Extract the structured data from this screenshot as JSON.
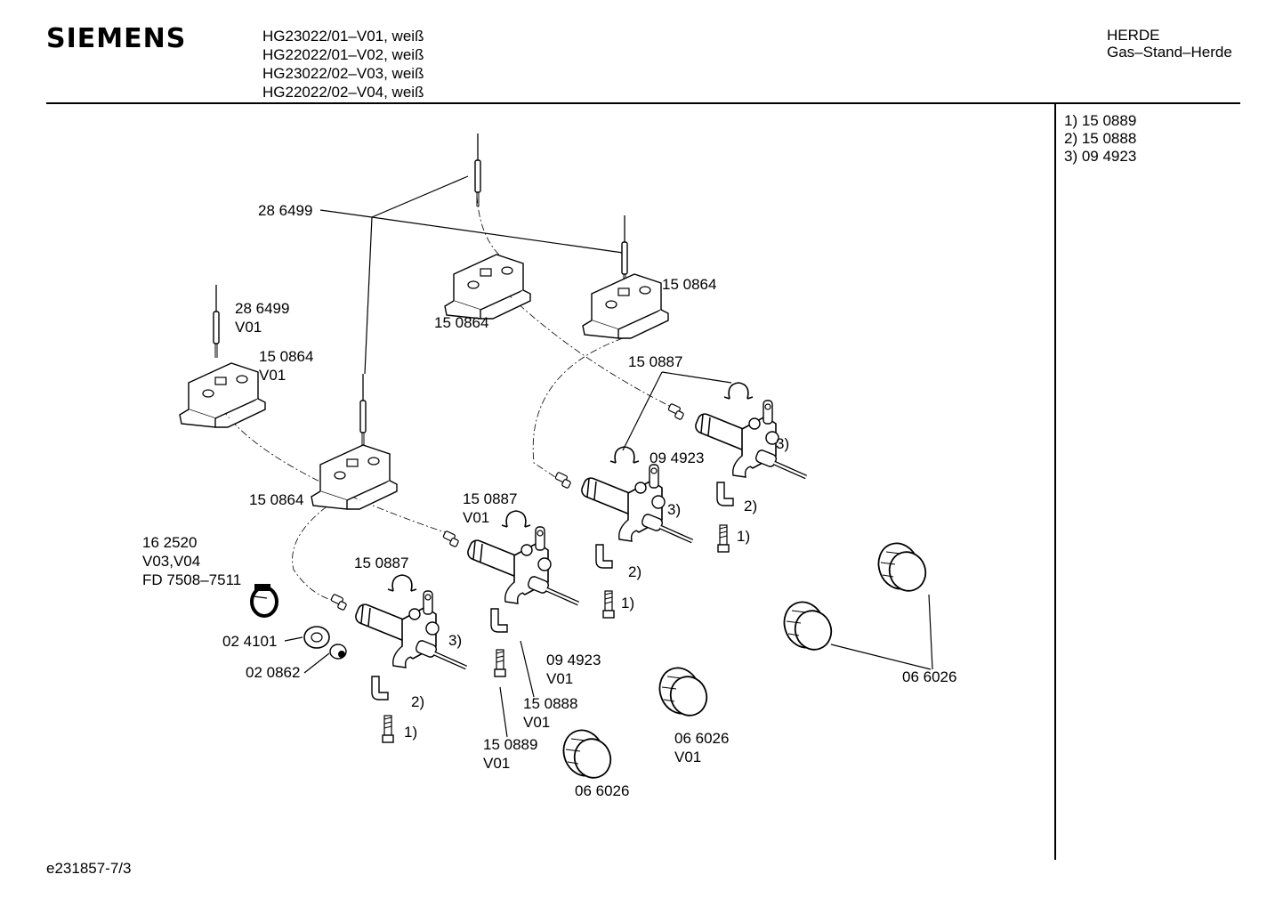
{
  "header": {
    "brand": "SIEMENS",
    "models": [
      "HG23022/01–V01, weiß",
      "HG22022/01–V02, weiß",
      "HG23022/02–V03, weiß",
      "HG22022/02–V04, weiß"
    ],
    "category": "HERDE",
    "subcategory": "Gas–Stand–Herde"
  },
  "legend": [
    "1)  15 0889",
    "2)  15 0888",
    "3)  09 4923"
  ],
  "footer": {
    "doc_id": "e231857-7/3"
  },
  "labels": {
    "thermocouple_top": "28 6499",
    "thermocouple_left": "28 6499",
    "thermocouple_left_v": "V01",
    "bracket_left": "15 0864",
    "bracket_left_v": "V01",
    "bracket_top_mid": "15 0864",
    "bracket_top_right": "15 0864",
    "bracket_center": "15 0864",
    "clip_right": "15 0887",
    "clip_mid": "15 0887",
    "clip_mid_v": "V01",
    "clip_left": "15 0887",
    "cock_right": "09 4923",
    "cock_mid": "09 4923",
    "cock_mid_v": "V01",
    "hose_clamp": "16 2520",
    "hose_clamp_v": "V03,V04",
    "hose_clamp_fd": "FD 7508–7511",
    "nipple": "02 4101",
    "nozzle": "02 0862",
    "holder_mid": "15 0888",
    "holder_mid_v": "V01",
    "screw_mid": "15 0889",
    "screw_mid_v": "V01",
    "knob_right": "06 6026",
    "knob_center": "06 6026",
    "knob_center_v": "V01",
    "knob_bottom": "06 6026",
    "ref3_a": "3)",
    "ref2_a": "2)",
    "ref1_a": "1)",
    "ref3_b": "3)",
    "ref2_b": "2)",
    "ref1_b": "1)",
    "ref3_c": "3)",
    "ref2_c": "2)",
    "ref1_c": "1)"
  }
}
